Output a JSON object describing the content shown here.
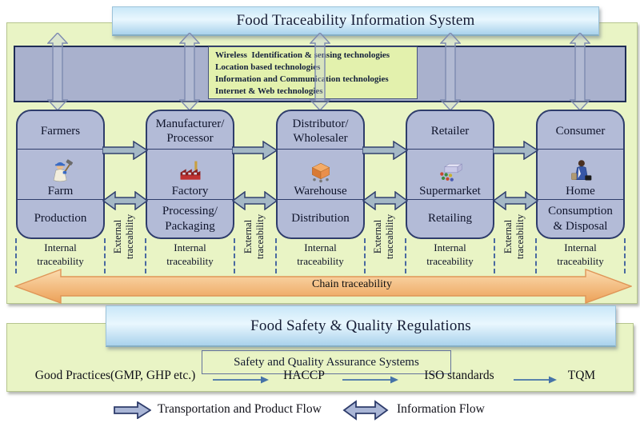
{
  "title": "Food Traceability Information System",
  "tech_panel": {
    "lines": [
      "Wireless  Identification & sensing technologies",
      "Location based technologies",
      "Information and Communication technologies",
      "Internet & Web technologies"
    ]
  },
  "stages": [
    {
      "actor": "Farmers",
      "site": "Farm",
      "function": "Production",
      "icon": "farmer-icon"
    },
    {
      "actor": "Manufacturer/\nProcessor",
      "site": "Factory",
      "function": "Processing/\nPackaging",
      "icon": "factory-icon"
    },
    {
      "actor": "Distributor/\nWholesaler",
      "site": "Warehouse",
      "function": "Distribution",
      "icon": "warehouse-icon"
    },
    {
      "actor": "Retailer",
      "site": "Supermarket",
      "function": "Retailing",
      "icon": "supermarket-icon"
    },
    {
      "actor": "Consumer",
      "site": "Home",
      "function": "Consumption\n& Disposal",
      "icon": "consumer-icon"
    }
  ],
  "labels": {
    "internal": "Internal\ntraceability",
    "external": "External\ntraceability",
    "chain": "Chain traceability"
  },
  "regulations": {
    "title": "Food Safety & Quality Regulations",
    "assurance": "Safety and Quality Assurance Systems",
    "steps": [
      "Good Practices(GMP, GHP etc.)",
      "HACCP",
      "ISO standards",
      "TQM"
    ]
  },
  "legend": {
    "transport": "Transportation and Product Flow",
    "information": "Information Flow"
  },
  "colors": {
    "panel_green": "#e9f4c5",
    "tech_green": "#e3f1ad",
    "bar_slate": "#a9b1cd",
    "box_fill": "#b3bbd7",
    "box_border": "#2e3c6b",
    "title_blue_top": "#c9e7f8",
    "title_blue_bottom": "#a9d2ec",
    "chain_orange": "#eda35f",
    "flow_arrow_fill": "#a9b6d3"
  }
}
